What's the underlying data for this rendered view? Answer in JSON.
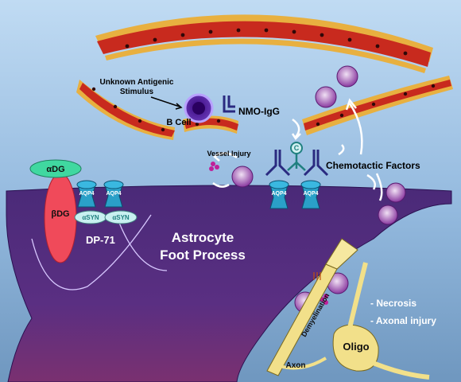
{
  "labels": {
    "unknown_antigenic": "Unknown Antigenic",
    "stimulus": "Stimulus",
    "b_cell": "B Cell",
    "nmo_igg": "NMO-IgG",
    "vessel_injury": "Vessel Injury",
    "complement": "C",
    "chemotactic_factors": "Chemotactic Factors",
    "alpha_dg": "αDG",
    "beta_dg": "βDG",
    "aqp4": "AQP4",
    "alpha_syn": "αSYN",
    "dp71": "DP-71",
    "astrocyte_line1": "Astrocyte",
    "astrocyte_line2": "Foot Process",
    "necrosis": "- Necrosis",
    "axonal_injury": "- Axonal injury",
    "oligo": "Oligo",
    "axon": "Axon",
    "demyelination": "Demyelination"
  },
  "colors": {
    "background_top": "#bcd8f2",
    "background_bottom": "#6f9bc4",
    "vessel_wall": "#d03020",
    "vessel_edge": "#e8b040",
    "astrocyte": "#5b2e80",
    "beta_dg": "#f05060",
    "alpha_dg": "#40d8a0",
    "aqp4": "#2aa0c8",
    "oligo": "#f2e08a",
    "text_dark": "#000000",
    "text_light": "#ffffff"
  }
}
